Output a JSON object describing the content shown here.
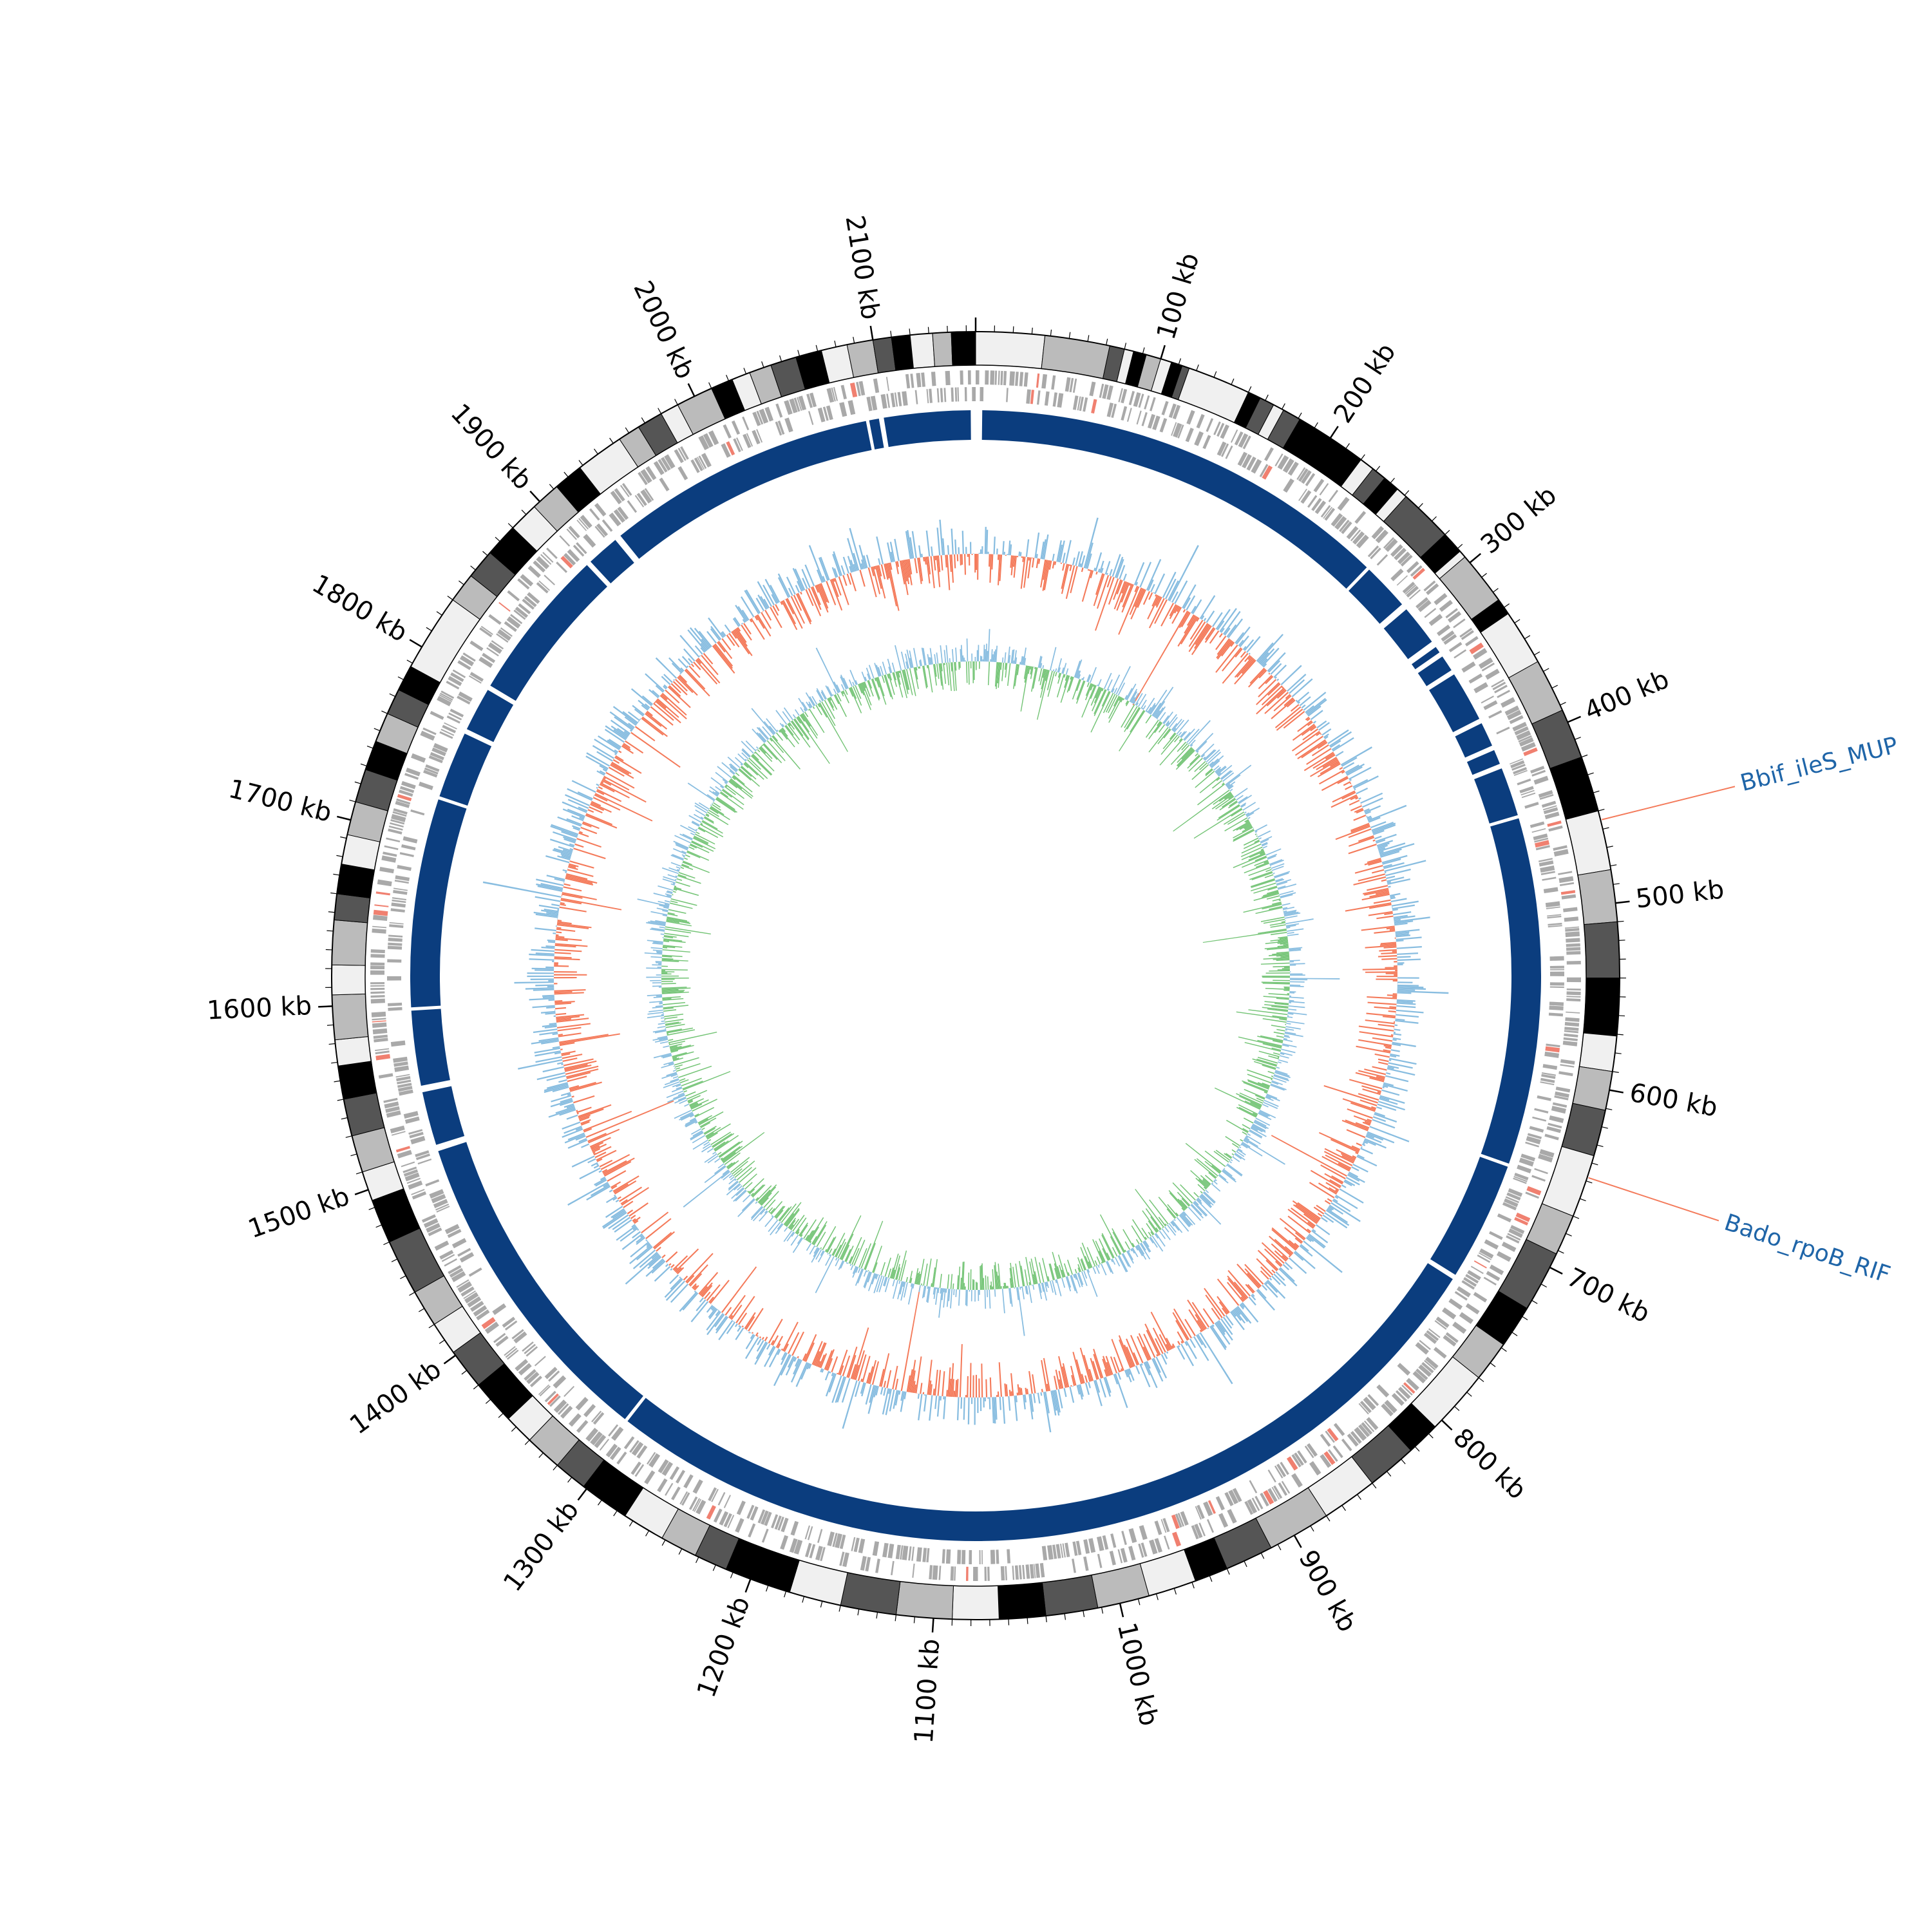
{
  "genome": {
    "length_kb": 2155,
    "tick_labels": [
      "100 kb",
      "200 kb",
      "300 kb",
      "400 kb",
      "500 kb",
      "600 kb",
      "700 kb",
      "800 kb",
      "900 kb",
      "1000 kb",
      "1100 kb",
      "1200 kb",
      "1300 kb",
      "1400 kb",
      "1500 kb",
      "1600 kb",
      "1700 kb",
      "1800 kb",
      "1900 kb",
      "2000 kb",
      "2100 kb"
    ]
  },
  "colors": {
    "contig_track": "#0b3d7e",
    "gene_track": "#a9a9a9",
    "gene_highlight": "#f08070",
    "gc_skew_positive": "#f47a5a",
    "gc_skew_negative": "#88bde0",
    "gc_content_positive": "#74c476",
    "gc_content_negative": "#88bde0",
    "annotation_line": "#f47a5a",
    "annotation_text": "#1f65a8"
  },
  "annotations": [
    {
      "label": "Bbif_ileS_MUP",
      "position_kb": 455
    },
    {
      "label": "Bado_rpoB_RIF",
      "position_kb": 648
    }
  ],
  "contig_blocks_kb": [
    [
      4,
      262
    ],
    [
      264,
      293
    ],
    [
      297,
      322
    ],
    [
      326,
      330
    ],
    [
      333,
      343
    ],
    [
      346,
      377
    ],
    [
      380,
      395
    ],
    [
      398,
      407
    ],
    [
      410,
      440
    ],
    [
      442,
      655
    ],
    [
      657,
      730
    ],
    [
      733,
      1305
    ],
    [
      1307,
      1508
    ],
    [
      1512,
      1545
    ],
    [
      1549,
      1595
    ],
    [
      1597,
      1725
    ],
    [
      1727,
      1768
    ],
    [
      1771,
      1798
    ],
    [
      1801,
      1895
    ],
    [
      1898,
      1918
    ],
    [
      1922,
      2088
    ],
    [
      2090,
      2096
    ],
    [
      2099,
      2152
    ]
  ],
  "banding_blocks_kb": [
    [
      0,
      37,
      "#f0f0f0"
    ],
    [
      37,
      72,
      "#bbbbbb"
    ],
    [
      72,
      80,
      "#555555"
    ],
    [
      80,
      85,
      "#f0f0f0"
    ],
    [
      85,
      92,
      "#000000"
    ],
    [
      92,
      100,
      "#bbbbbb"
    ],
    [
      100,
      106,
      "#f0f0f0"
    ],
    [
      106,
      112,
      "#000000"
    ],
    [
      112,
      116,
      "#555555"
    ],
    [
      116,
      150,
      "#f0f0f0"
    ],
    [
      150,
      157,
      "#000000"
    ],
    [
      157,
      165,
      "#555555"
    ],
    [
      165,
      171,
      "#f0f0f0"
    ],
    [
      171,
      181,
      "#555555"
    ],
    [
      181,
      220,
      "#000000"
    ],
    [
      220,
      228,
      "#f0f0f0"
    ],
    [
      228,
      236,
      "#555555"
    ],
    [
      236,
      245,
      "#000000"
    ],
    [
      245,
      251,
      "#f0f0f0"
    ],
    [
      251,
      280,
      "#555555"
    ],
    [
      280,
      292,
      "#000000"
    ],
    [
      292,
      296,
      "#f0f0f0"
    ],
    [
      296,
      325,
      "#bbbbbb"
    ],
    [
      325,
      334,
      "#000000"
    ],
    [
      334,
      364,
      "#f0f0f0"
    ],
    [
      364,
      393,
      "#bbbbbb"
    ],
    [
      393,
      420,
      "#555555"
    ],
    [
      420,
      450,
      "#000000"
    ],
    [
      450,
      482,
      "#f0f0f0"
    ],
    [
      482,
      510,
      "#bbbbbb"
    ],
    [
      510,
      540,
      "#555555"
    ],
    [
      540,
      571,
      "#000000"
    ],
    [
      571,
      590,
      "#f0f0f0"
    ],
    [
      590,
      611,
      "#bbbbbb"
    ],
    [
      611,
      636,
      "#555555"
    ],
    [
      636,
      670,
      "#f0f0f0"
    ],
    [
      670,
      692,
      "#bbbbbb"
    ],
    [
      692,
      725,
      "#555555"
    ],
    [
      725,
      748,
      "#000000"
    ],
    [
      748,
      770,
      "#bbbbbb"
    ],
    [
      770,
      805,
      "#f0f0f0"
    ],
    [
      805,
      823,
      "#000000"
    ],
    [
      823,
      850,
      "#555555"
    ],
    [
      850,
      880,
      "#f0f0f0"
    ],
    [
      880,
      914,
      "#bbbbbb"
    ],
    [
      914,
      940,
      "#555555"
    ],
    [
      940,
      958,
      "#000000"
    ],
    [
      958,
      984,
      "#f0f0f0"
    ],
    [
      984,
      1012,
      "#bbbbbb"
    ],
    [
      1012,
      1040,
      "#555555"
    ],
    [
      1040,
      1065,
      "#000000"
    ],
    [
      1065,
      1090,
      "#f0f0f0"
    ],
    [
      1090,
      1120,
      "#bbbbbb"
    ],
    [
      1120,
      1150,
      "#555555"
    ],
    [
      1150,
      1178,
      "#f0f0f0"
    ],
    [
      1178,
      1214,
      "#000000"
    ],
    [
      1214,
      1232,
      "#555555"
    ],
    [
      1232,
      1252,
      "#bbbbbb"
    ],
    [
      1252,
      1275,
      "#f0f0f0"
    ],
    [
      1275,
      1302,
      "#000000"
    ],
    [
      1302,
      1320,
      "#555555"
    ],
    [
      1320,
      1340,
      "#bbbbbb"
    ],
    [
      1340,
      1356,
      "#f0f0f0"
    ],
    [
      1356,
      1380,
      "#000000"
    ],
    [
      1380,
      1402,
      "#555555"
    ],
    [
      1402,
      1420,
      "#f0f0f0"
    ],
    [
      1420,
      1440,
      "#bbbbbb"
    ],
    [
      1440,
      1470,
      "#555555"
    ],
    [
      1470,
      1494,
      "#000000"
    ],
    [
      1494,
      1510,
      "#f0f0f0"
    ],
    [
      1510,
      1530,
      "#bbbbbb"
    ],
    [
      1530,
      1550,
      "#555555"
    ],
    [
      1550,
      1568,
      "#000000"
    ],
    [
      1568,
      1582,
      "#f0f0f0"
    ],
    [
      1582,
      1606,
      "#bbbbbb"
    ],
    [
      1606,
      1622,
      "#f0f0f0"
    ],
    [
      1622,
      1646,
      "#bbbbbb"
    ],
    [
      1646,
      1660,
      "#555555"
    ],
    [
      1660,
      1676,
      "#000000"
    ],
    [
      1676,
      1692,
      "#f0f0f0"
    ],
    [
      1692,
      1710,
      "#bbbbbb"
    ],
    [
      1710,
      1728,
      "#555555"
    ],
    [
      1728,
      1744,
      "#000000"
    ],
    [
      1744,
      1760,
      "#bbbbbb"
    ],
    [
      1760,
      1774,
      "#555555"
    ],
    [
      1774,
      1788,
      "#000000"
    ],
    [
      1788,
      1830,
      "#f0f0f0"
    ],
    [
      1830,
      1846,
      "#bbbbbb"
    ],
    [
      1846,
      1862,
      "#555555"
    ],
    [
      1862,
      1880,
      "#000000"
    ],
    [
      1880,
      1896,
      "#f0f0f0"
    ],
    [
      1896,
      1912,
      "#bbbbbb"
    ],
    [
      1912,
      1928,
      "#000000"
    ],
    [
      1928,
      1954,
      "#f0f0f0"
    ],
    [
      1954,
      1966,
      "#bbbbbb"
    ],
    [
      1966,
      1980,
      "#555555"
    ],
    [
      1980,
      1990,
      "#f0f0f0"
    ],
    [
      1990,
      2010,
      "#bbbbbb"
    ],
    [
      2010,
      2022,
      "#000000"
    ],
    [
      2022,
      2032,
      "#f0f0f0"
    ],
    [
      2032,
      2044,
      "#bbbbbb"
    ],
    [
      2044,
      2058,
      "#555555"
    ],
    [
      2058,
      2072,
      "#000000"
    ],
    [
      2072,
      2086,
      "#f0f0f0"
    ],
    [
      2086,
      2100,
      "#bbbbbb"
    ],
    [
      2100,
      2110,
      "#555555"
    ],
    [
      2110,
      2120,
      "#000000"
    ],
    [
      2120,
      2132,
      "#f0f0f0"
    ],
    [
      2132,
      2142,
      "#bbbbbb"
    ],
    [
      2142,
      2155,
      "#000000"
    ]
  ]
}
